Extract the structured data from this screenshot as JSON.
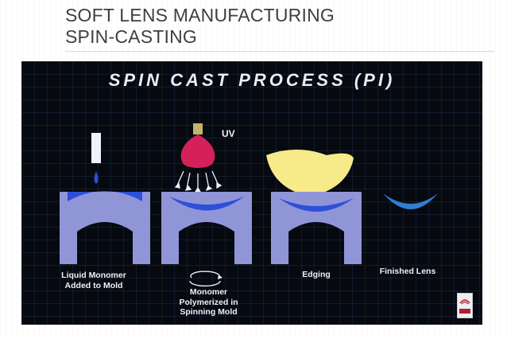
{
  "slide": {
    "title_line1": "SOFT LENS MANUFACTURING",
    "title_line2": "SPIN-CASTING"
  },
  "diagram": {
    "title": "SPIN CAST PROCESS (PI)",
    "uv_label": "UV",
    "steps": [
      {
        "label": "Liquid Monomer Added to Mold"
      },
      {
        "label": "Monomer Polymerized in Spinning Mold"
      },
      {
        "label": "Edging"
      },
      {
        "label": "Finished Lens"
      }
    ],
    "colors": {
      "background": "#06090f",
      "grid": "#1f3a63",
      "mold": "#8f95d6",
      "monomer": "#2e4fd8",
      "lens": "#2f7fd0",
      "bulb": "#d4215a",
      "edging_tool": "#f7ea88",
      "dropper": "#eef3ff"
    }
  }
}
